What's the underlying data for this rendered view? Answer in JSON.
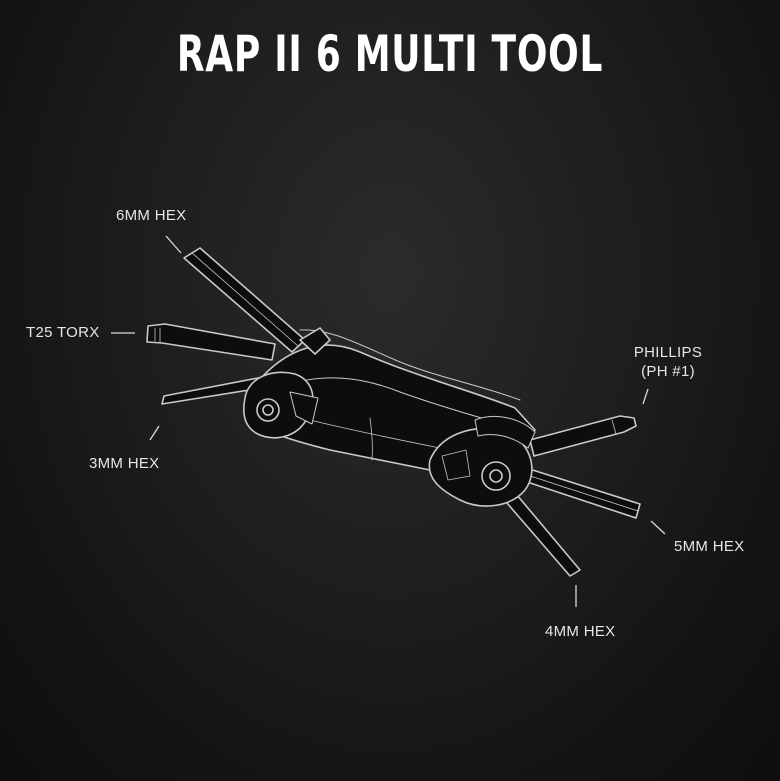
{
  "title": "RAP II 6 MULTI TOOL",
  "callouts": {
    "hex_6mm": "6MM HEX",
    "torx_t25": "T25 TORX",
    "hex_3mm": "3MM HEX",
    "phillips_line1": "PHILLIPS",
    "phillips_line2": "(PH #1)",
    "hex_5mm": "5MM HEX",
    "hex_4mm": "4MM HEX"
  },
  "colors": {
    "background": "#1a1a1a",
    "text": "#ffffff",
    "tool_outline": "#cfcfcf",
    "tool_fill": "#0d0d0d"
  }
}
